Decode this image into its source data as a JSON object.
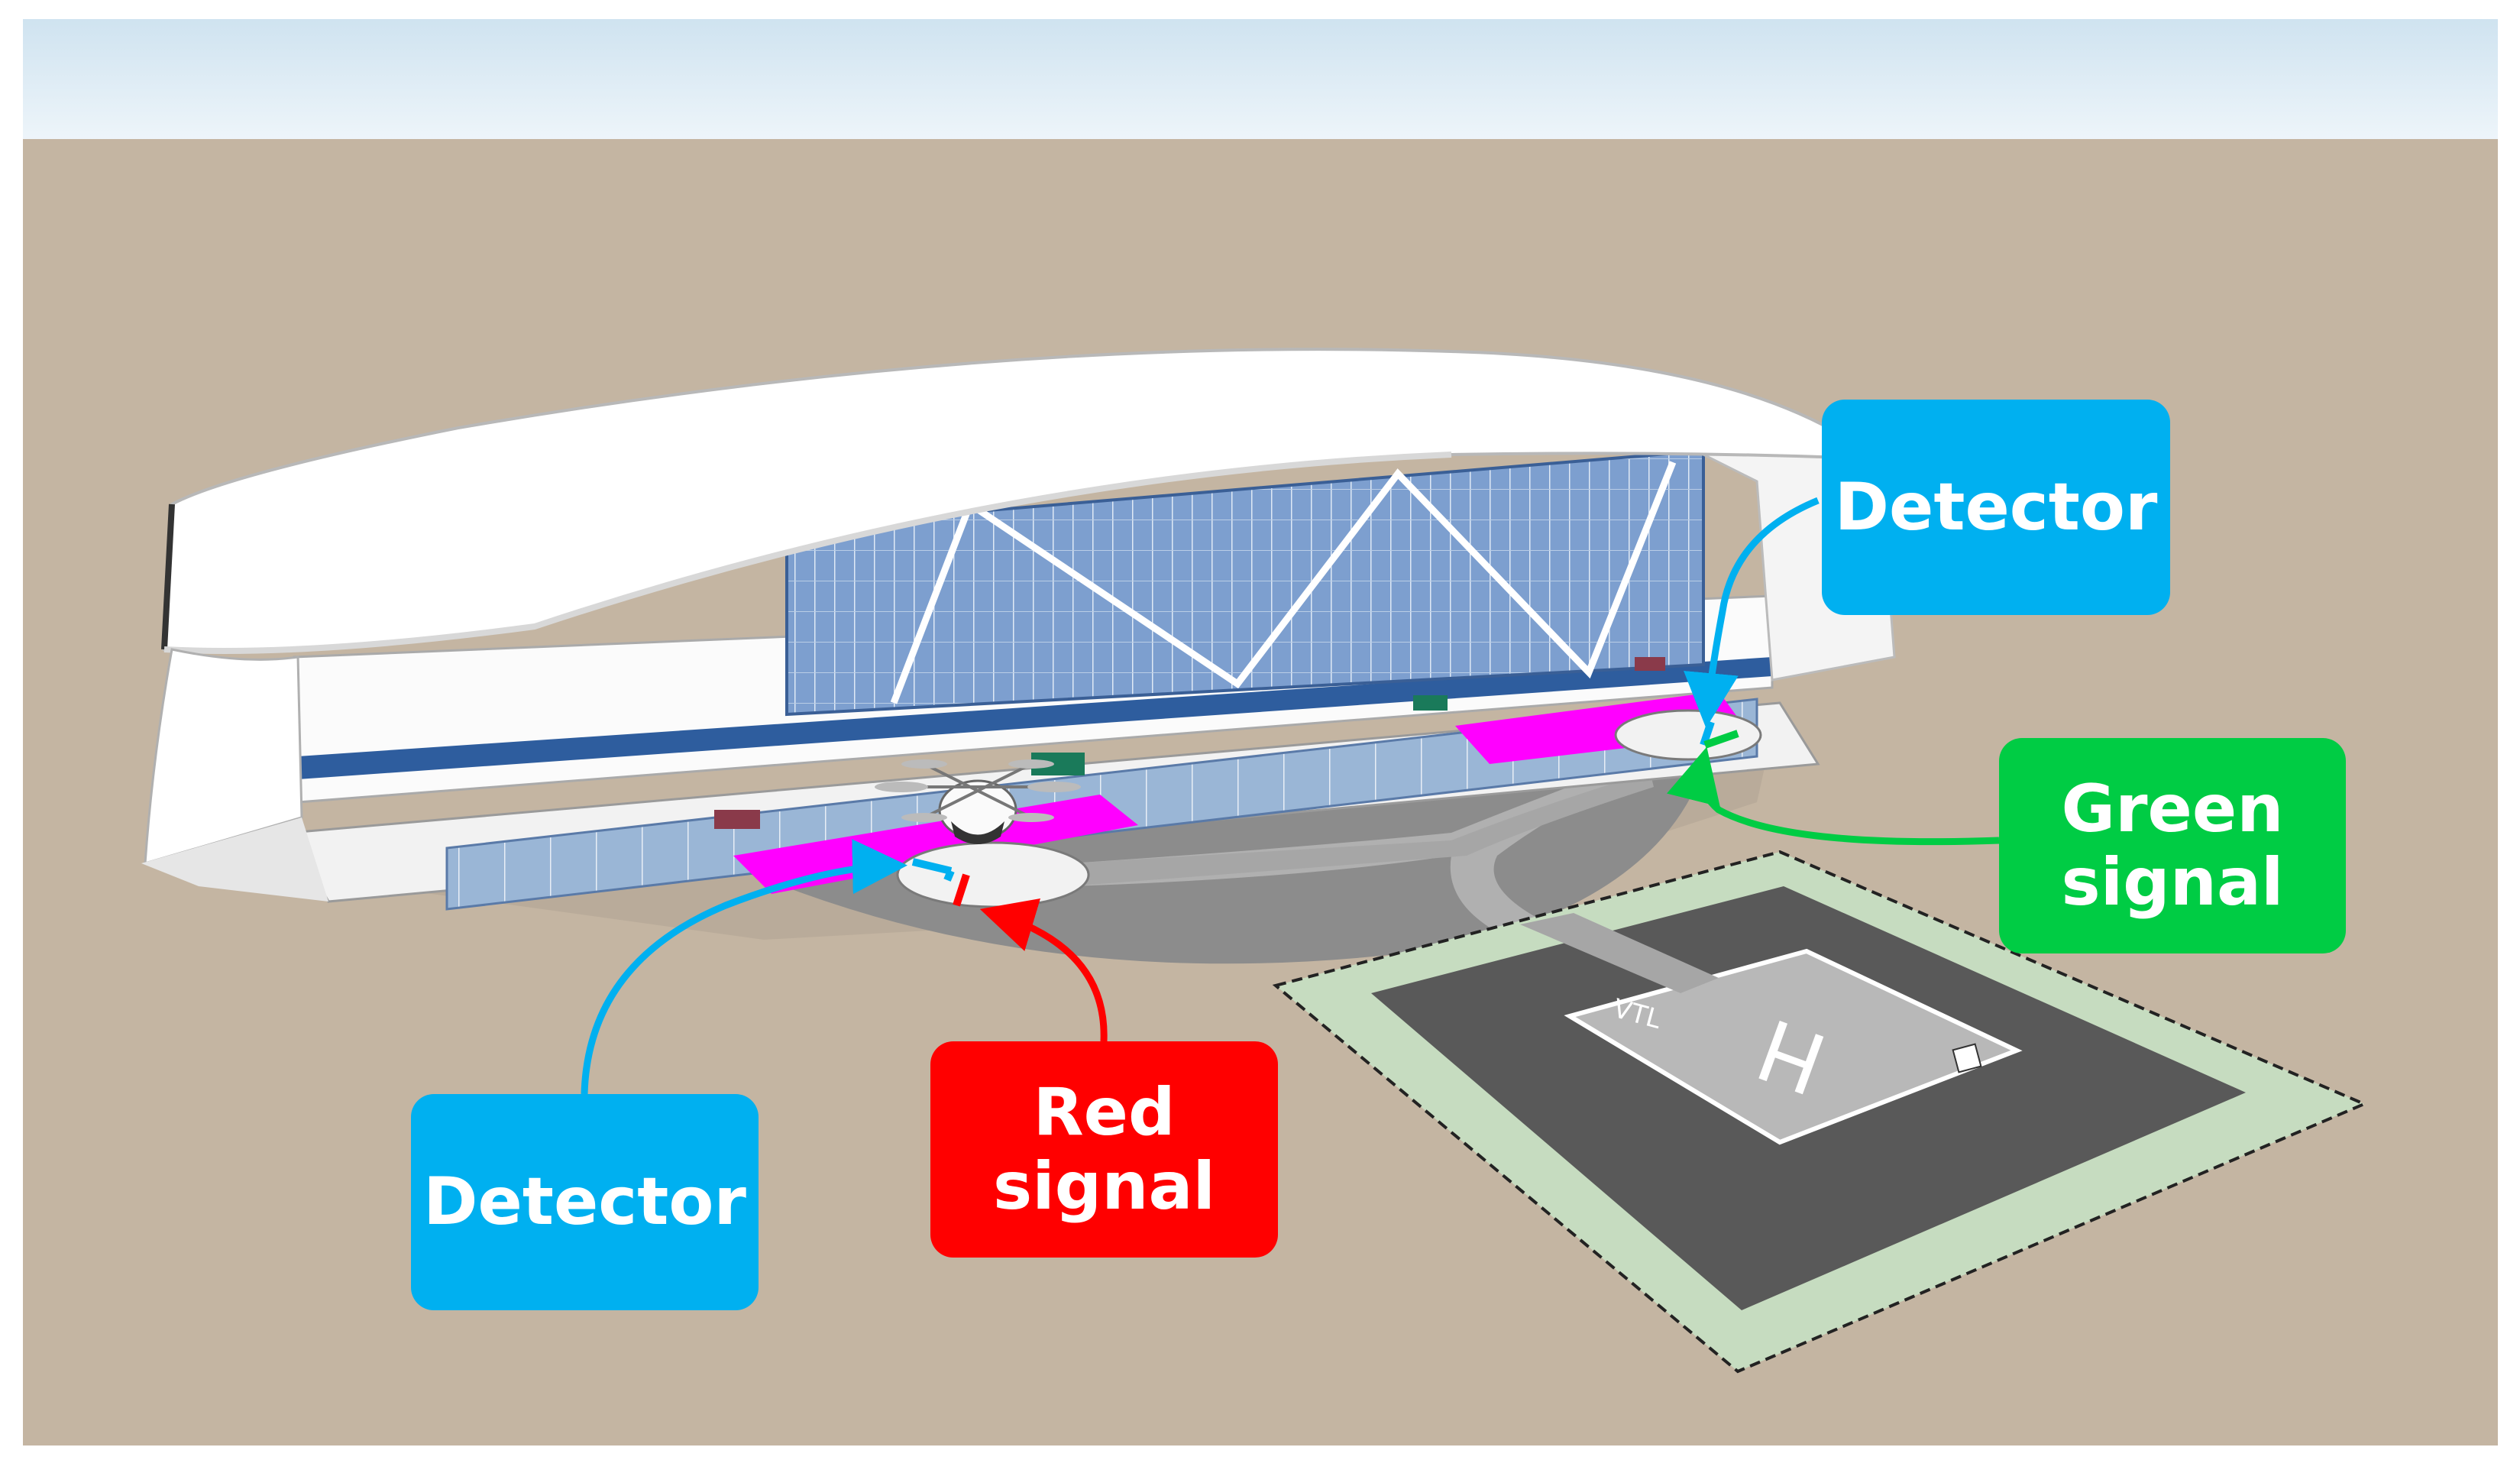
{
  "colors": {
    "sky_top": "#cfe3f0",
    "sky_bottom": "#eef5fa",
    "ground": "#c4b5a2",
    "detector": "#00b0f0",
    "green_signal": "#00cc44",
    "red_signal": "#ff0000",
    "pad_highlight": "#ff00ff",
    "glass": "#6e93c4",
    "band": "#2e5d9e",
    "apron": "#8c8c8c",
    "helipad_border": "#c6dcc0"
  },
  "labels": {
    "detector_top": "Detector",
    "green_line1": "Green",
    "green_line2": "signal",
    "red_line1": "Red",
    "red_line2": "signal",
    "detector_bottom": "Detector"
  },
  "helipad": {
    "marking": "H",
    "code": "VTL"
  }
}
